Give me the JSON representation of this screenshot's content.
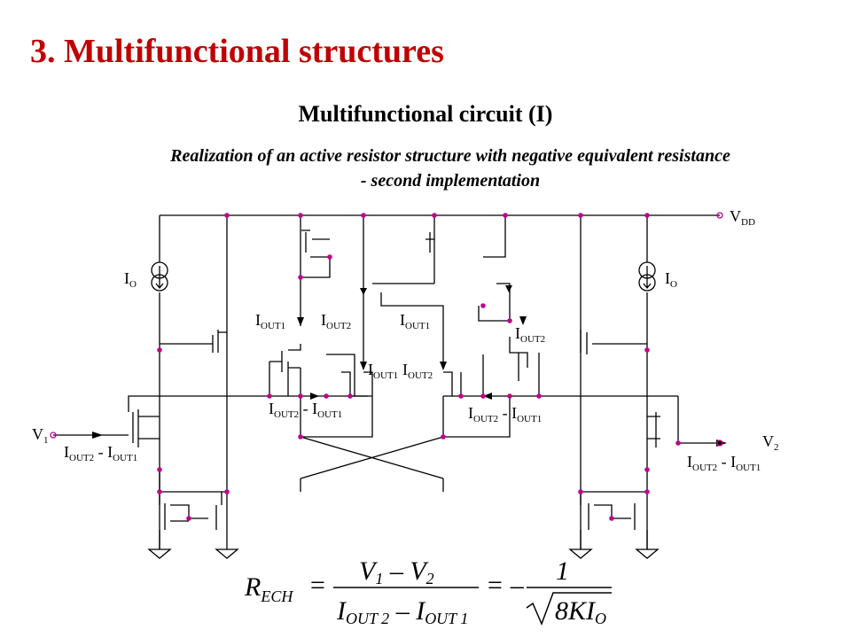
{
  "header": {
    "title": "3. Multifunctional structures",
    "subtitle": "Multifunctional circuit (I)",
    "description_line1": "Realization of an active resistor structure with negative equivalent resistance",
    "description_line2": "- second implementation"
  },
  "circuit": {
    "supply": {
      "main": "V",
      "sub": "DD"
    },
    "current_source_left": {
      "main": "I",
      "sub": "O"
    },
    "current_source_right": {
      "main": "I",
      "sub": "O"
    },
    "input_node": {
      "main": "V",
      "sub": "1"
    },
    "output_node": {
      "main": "V",
      "sub": "2"
    },
    "currents": {
      "iout1": {
        "main": "I",
        "sub": "OUT1"
      },
      "iout2": {
        "main": "I",
        "sub": "OUT2"
      },
      "diff_a": "I",
      "diff_sub_a": "OUT2",
      "diff_mid": " - I",
      "diff_sub_b": "OUT1"
    }
  },
  "equation": {
    "lhs": "R",
    "lhs_sub": "ECH",
    "num1": "V",
    "num1_sub": "1",
    "minus": " – ",
    "num2": "V",
    "num2_sub": "2",
    "den1": "I",
    "den1_sub": "OUT 2",
    "den2": "I",
    "den2_sub": "OUT 1",
    "eq": "=",
    "neg": "= –",
    "one": "1",
    "sqrt_arg": "8KI",
    "sqrt_sub": "O"
  },
  "colors": {
    "title": "#c00000",
    "wire": "#000000",
    "node": "#c00090"
  }
}
